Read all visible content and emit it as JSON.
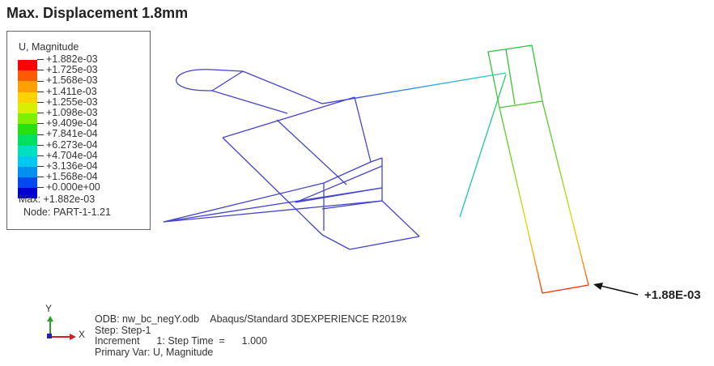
{
  "title": "Max. Displacement 1.8mm",
  "legend": {
    "title": "U, Magnitude",
    "ticks": [
      "+1.882e-03",
      "+1.725e-03",
      "+1.568e-03",
      "+1.411e-03",
      "+1.255e-03",
      "+1.098e-03",
      "+9.409e-04",
      "+7.841e-04",
      "+6.273e-04",
      "+4.704e-04",
      "+3.136e-04",
      "+1.568e-04",
      "+0.000e+00"
    ],
    "colors": [
      "#ff0000",
      "#ff5a00",
      "#ffa000",
      "#ffd200",
      "#d8f000",
      "#7ff000",
      "#28e010",
      "#00e060",
      "#00e0c0",
      "#00c8f0",
      "#0090f0",
      "#0048f0",
      "#0000d0"
    ],
    "max": "Max: +1.882e-03",
    "node": "Node: PART-1-1.21"
  },
  "annotation": "+1.88E-03",
  "triad": {
    "y": "Y",
    "x": "X"
  },
  "info": {
    "odb": "ODB: nw_bc_negY.odb    Abaqus/Standard 3DEXPERIENCE R2019x",
    "step": "Step: Step-1",
    "increment": "Increment      1: Step Time  =      1.000",
    "primary": "Primary Var: U, Magnitude"
  }
}
